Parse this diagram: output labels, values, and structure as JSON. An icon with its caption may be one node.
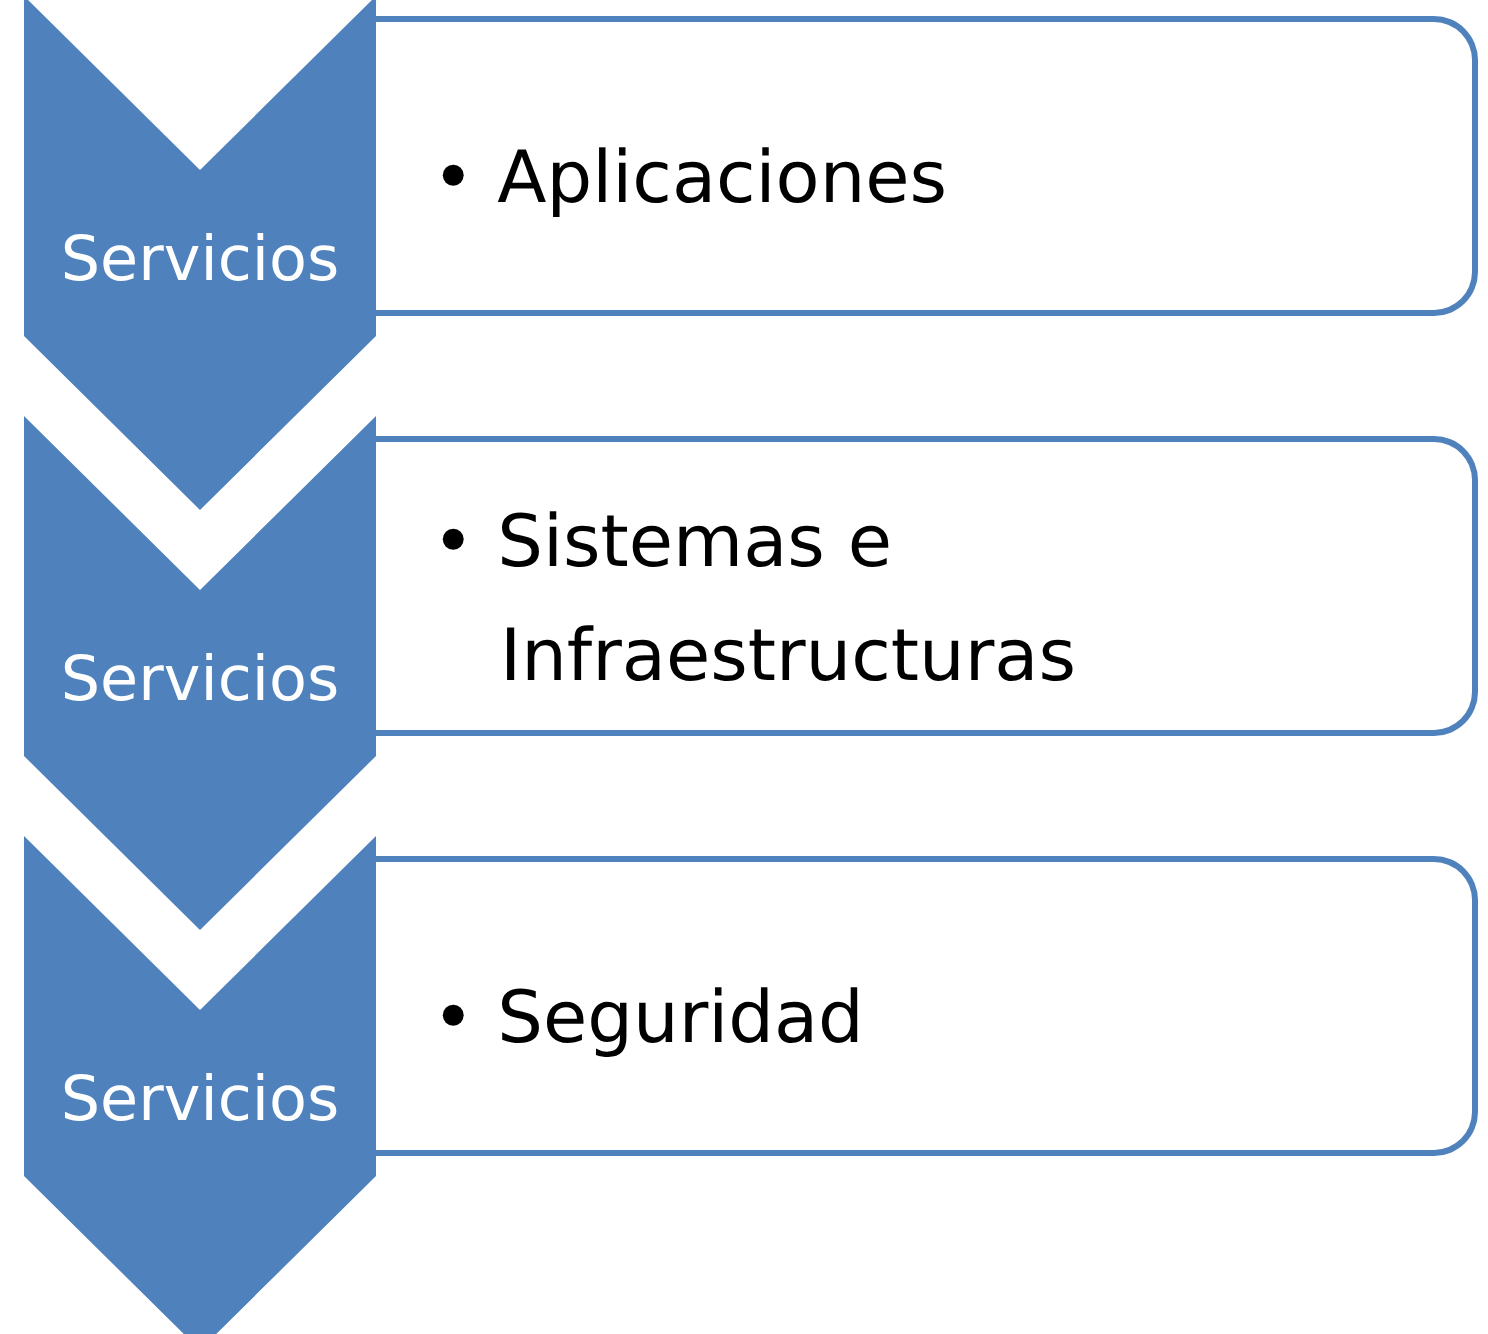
{
  "diagram": {
    "nodes": [
      {
        "text": [
          "Servicios"
        ]
      },
      {
        "text": [
          "• Aplicaciones"
        ]
      },
      {
        "text": [
          "Servicios"
        ]
      },
      {
        "text": [
          "• Sistemas e Infraestructuras"
        ]
      },
      {
        "text": [
          "Servicios"
        ]
      },
      {
        "text": [
          "• Seguridad"
        ]
      }
    ],
    "edges": []
  }
}
